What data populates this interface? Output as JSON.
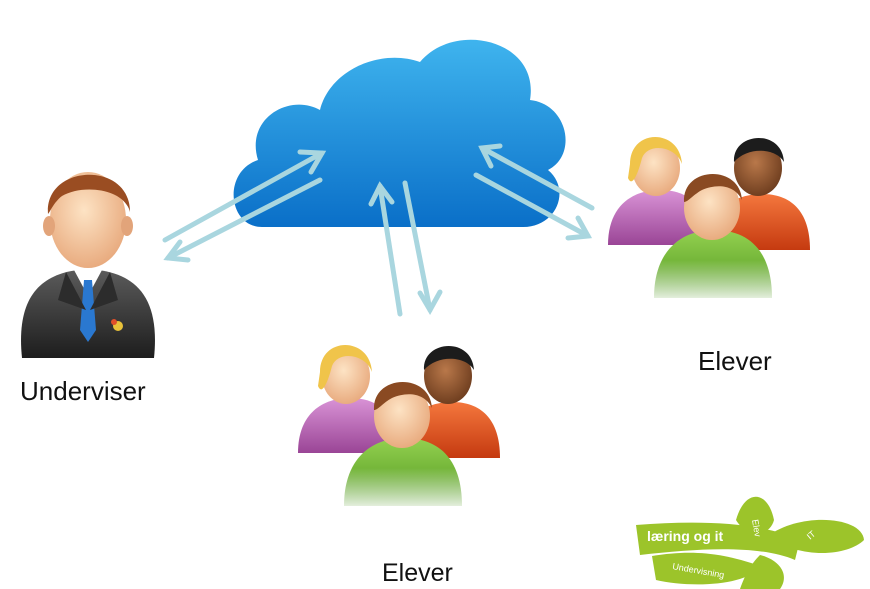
{
  "labels": {
    "teacher": "Underviser",
    "group_right": "Elever",
    "group_bottom": "Elever"
  },
  "logo": {
    "text_main": "læring og it",
    "petal_words": [
      "Elev",
      "IT",
      "Undervisning"
    ]
  },
  "colors": {
    "cloud_light": "#3fb4ee",
    "cloud_dark": "#0a6fc8",
    "arrow": "#a9d6df",
    "logo_green": "#9cc42a",
    "student_pink": "#c06fbe",
    "student_orange": "#e8521e",
    "student_green": "#72b835",
    "teacher_suit": "#3a3a3a",
    "teacher_tie": "#2a78d0"
  },
  "icons": [
    "cloud-icon",
    "teacher-icon",
    "students-icon",
    "arrow-icon",
    "logo"
  ]
}
